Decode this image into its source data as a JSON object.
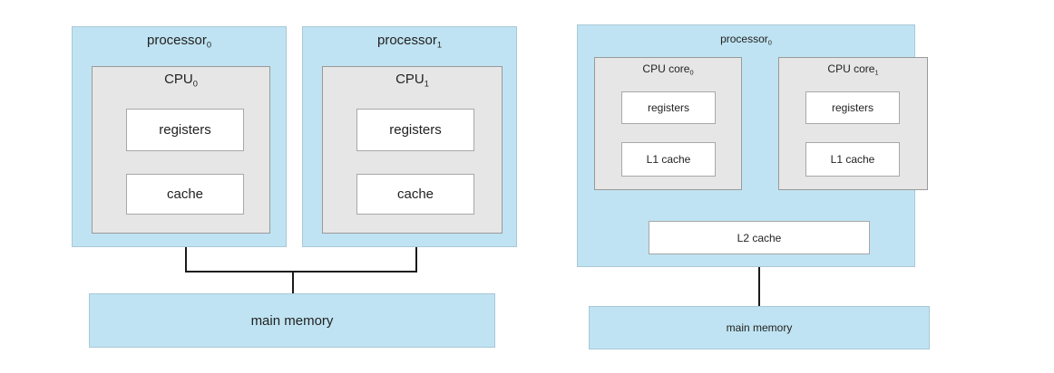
{
  "left": {
    "processors": [
      {
        "label": "processor",
        "sub": "0",
        "cpu": "CPU",
        "cpu_sub": "0",
        "registers": "registers",
        "cache": "cache"
      },
      {
        "label": "processor",
        "sub": "1",
        "cpu": "CPU",
        "cpu_sub": "1",
        "registers": "registers",
        "cache": "cache"
      }
    ],
    "memory": "main memory"
  },
  "right": {
    "processor": {
      "label": "processor",
      "sub": "0"
    },
    "cores": [
      {
        "label": "CPU core",
        "sub": "0",
        "registers": "registers",
        "l1": "L1 cache"
      },
      {
        "label": "CPU core",
        "sub": "1",
        "registers": "registers",
        "l1": "L1 cache"
      }
    ],
    "l2": "L2 cache",
    "memory": "main memory"
  },
  "colors": {
    "processor_fill": "#bfe3f2",
    "cpu_fill": "#e6e6e6",
    "box_fill": "#ffffff",
    "line": "#1a1a1a"
  }
}
